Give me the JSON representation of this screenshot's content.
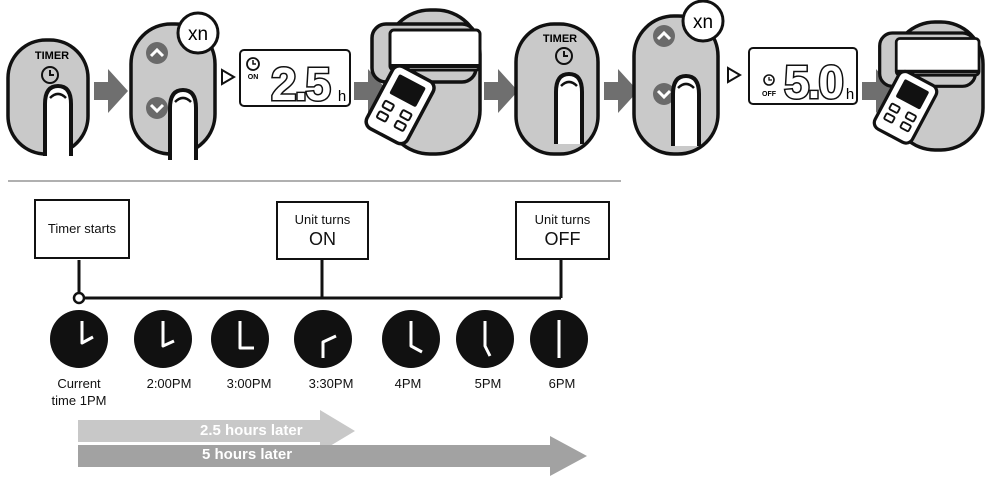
{
  "instructions": {
    "step1_button_label": "TIMER",
    "step2_repeat_label": "xn",
    "display_on": {
      "indicator": "ON",
      "digits": "2.5",
      "unit": "h"
    },
    "step5_button_label": "TIMER",
    "step6_repeat_label": "xn",
    "display_off": {
      "indicator": "OFF",
      "digits": "5.0",
      "unit": "h"
    }
  },
  "timeline": {
    "boxes": [
      {
        "line1": "Timer starts",
        "line2": ""
      },
      {
        "line1": "Unit turns",
        "line2": "ON"
      },
      {
        "line1": "Unit turns",
        "line2": "OFF"
      }
    ],
    "clocks": [
      {
        "label_line1": "Current",
        "label_line2": "time 1PM"
      },
      {
        "label_line1": "2:00PM",
        "label_line2": ""
      },
      {
        "label_line1": "3:00PM",
        "label_line2": ""
      },
      {
        "label_line1": "3:30PM",
        "label_line2": ""
      },
      {
        "label_line1": "4PM",
        "label_line2": ""
      },
      {
        "label_line1": "5PM",
        "label_line2": ""
      },
      {
        "label_line1": "6PM",
        "label_line2": ""
      }
    ],
    "bars": [
      {
        "label": "2.5 hours later",
        "color": "#c8c8c8"
      },
      {
        "label": "5 hours later",
        "color": "#a2a2a2"
      }
    ]
  },
  "colors": {
    "panel_gray": "#c9c9c9",
    "ink": "#111111",
    "arrow_gray": "#6f6f6f",
    "divider": "#b0b0b0"
  }
}
